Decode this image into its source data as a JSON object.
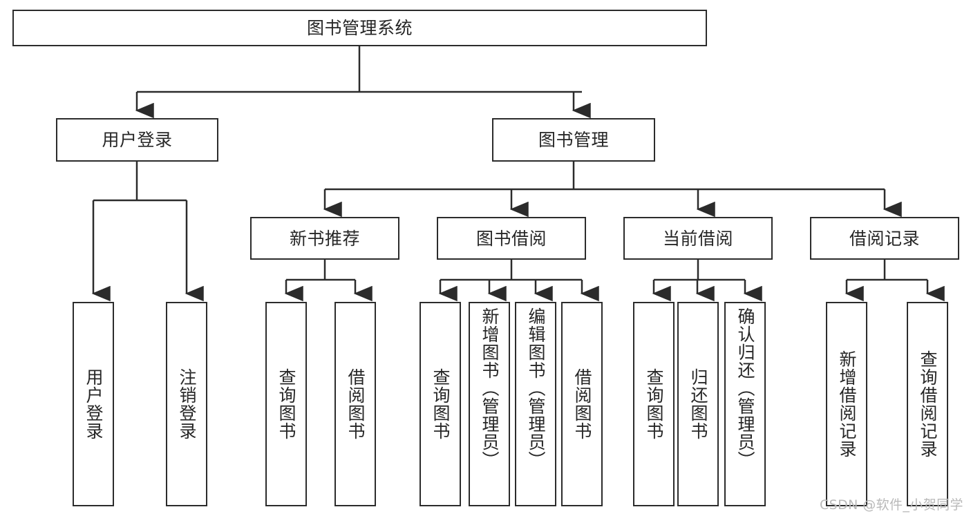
{
  "diagram": {
    "title": "图书管理系统",
    "type": "hierarchy-tree",
    "root": {
      "label": "图书管理系统"
    },
    "level2": [
      {
        "label": "用户登录"
      },
      {
        "label": "图书管理"
      }
    ],
    "level3": [
      {
        "label": "新书推荐"
      },
      {
        "label": "图书借阅"
      },
      {
        "label": "当前借阅"
      },
      {
        "label": "借阅记录"
      }
    ],
    "leaves": {
      "user_login": [
        {
          "label": "用户登录"
        },
        {
          "label": "注销登录"
        }
      ],
      "new_book_recommend": [
        {
          "label": "查询图书"
        },
        {
          "label": "借阅图书"
        }
      ],
      "book_borrow": [
        {
          "label": "查询图书"
        },
        {
          "label": "新增图书（管理员）"
        },
        {
          "label": "编辑图书（管理员）"
        },
        {
          "label": "借阅图书"
        }
      ],
      "current_borrow": [
        {
          "label": "查询图书"
        },
        {
          "label": "归还图书"
        },
        {
          "label": "确认归还（管理员）"
        }
      ],
      "borrow_record": [
        {
          "label": "新增借阅记录"
        },
        {
          "label": "查询借阅记录"
        }
      ]
    }
  },
  "watermark": {
    "text": "CSDN @软件_小贺同学"
  },
  "colors": {
    "stroke": "#2b2b2b",
    "text": "#262626",
    "background": "#ffffff",
    "watermark": "#b9b9b9"
  }
}
